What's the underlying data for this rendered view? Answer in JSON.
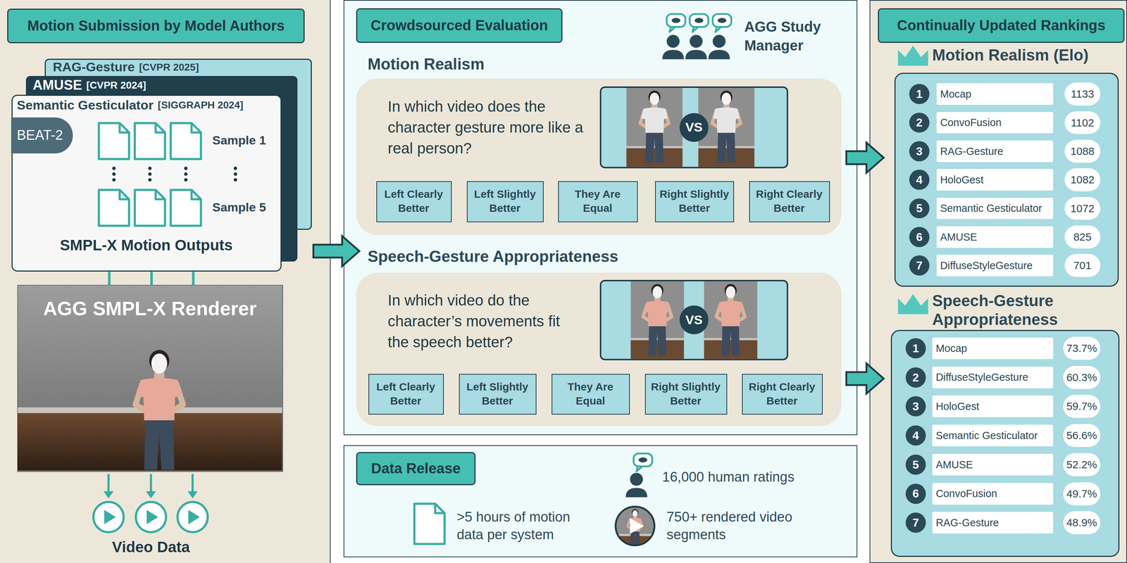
{
  "diagram": {
    "nodes": [
      {
        "text": [
          "Motion Submission by Model Authors"
        ]
      },
      {
        "text": [
          "RAG-Gesture",
          "[CVPR 2025]"
        ],
        "in": 0
      },
      {
        "text": [
          "AMUSE",
          "[CVPR 2024]"
        ],
        "in": 0
      },
      {
        "text": [
          "Semantic Gesticulator",
          "[SIGGRAPH 2024]",
          "Sample 1",
          "Sample 5",
          "SMPL-X Motion Outputs"
        ],
        "in": 0
      },
      {
        "text": [
          "BEAT-2"
        ],
        "in": 3
      },
      {
        "text": [
          "AGG SMPL-X Renderer"
        ],
        "in": 0
      },
      {
        "text": [
          "Crowdsourced Evaluation",
          "AGG Study Manager"
        ]
      },
      {
        "text": [
          "Motion Realism",
          "In which video does the character gesture more like a real person?"
        ],
        "in": 6
      },
      {
        "text": [
          "VS"
        ],
        "in": 7
      },
      {
        "text": [
          "Left Clearly Better"
        ],
        "in": 7
      },
      {
        "text": [
          "Left Slightly Better"
        ],
        "in": 7
      },
      {
        "text": [
          "They Are Equal"
        ],
        "in": 7
      },
      {
        "text": [
          "Right Slightly Better"
        ],
        "in": 7
      },
      {
        "text": [
          "Right Clearly Better"
        ],
        "in": 7
      },
      {
        "text": [
          "Speech-Gesture Appropriateness",
          "In which video do the character’s movements fit the speech better?"
        ],
        "in": 6
      },
      {
        "text": [
          "VS"
        ],
        "in": 14
      },
      {
        "text": [
          "Left Clearly Better"
        ],
        "in": 14
      },
      {
        "text": [
          "Left Slightly Better"
        ],
        "in": 14
      },
      {
        "text": [
          "They Are Equal"
        ],
        "in": 14
      },
      {
        "text": [
          "Right Slightly Better"
        ],
        "in": 14
      },
      {
        "text": [
          "Right Clearly Better"
        ],
        "in": 14
      },
      {
        "text": [
          "Data Release",
          "16,000 human ratings",
          ">5 hours of motion data per system",
          "750+ rendered video segments"
        ]
      },
      {
        "text": [
          "Continually Updated Rankings"
        ]
      },
      {
        "text": [
          "Motion Realism (Elo)"
        ],
        "in": 22
      },
      {
        "text": [
          "1"
        ],
        "in": 23
      },
      {
        "text": [
          "Mocap"
        ],
        "in": 23
      },
      {
        "text": [
          "1133"
        ],
        "in": 23
      },
      {
        "text": [
          "2"
        ],
        "in": 23
      },
      {
        "text": [
          "ConvoFusion"
        ],
        "in": 23
      },
      {
        "text": [
          "1102"
        ],
        "in": 23
      },
      {
        "text": [
          "3"
        ],
        "in": 23
      },
      {
        "text": [
          "RAG-Gesture"
        ],
        "in": 23
      },
      {
        "text": [
          "1088"
        ],
        "in": 23
      },
      {
        "text": [
          "4"
        ],
        "in": 23
      },
      {
        "text": [
          "HoloGest"
        ],
        "in": 23
      },
      {
        "text": [
          "1082"
        ],
        "in": 23
      },
      {
        "text": [
          "5"
        ],
        "in": 23
      },
      {
        "text": [
          "Semantic Gesticulator"
        ],
        "in": 23
      },
      {
        "text": [
          "1072"
        ],
        "in": 23
      },
      {
        "text": [
          "6"
        ],
        "in": 23
      },
      {
        "text": [
          "AMUSE"
        ],
        "in": 23
      },
      {
        "text": [
          "825"
        ],
        "in": 23
      },
      {
        "text": [
          "7"
        ],
        "in": 23
      },
      {
        "text": [
          "DiffuseStyleGesture"
        ],
        "in": 23
      },
      {
        "text": [
          "701"
        ],
        "in": 23
      },
      {
        "text": [
          "Speech-Gesture Appropriateness"
        ],
        "in": 22
      },
      {
        "text": [
          "1"
        ],
        "in": 45
      },
      {
        "text": [
          "Mocap"
        ],
        "in": 45
      },
      {
        "text": [
          "73.7%"
        ],
        "in": 45
      },
      {
        "text": [
          "2"
        ],
        "in": 45
      },
      {
        "text": [
          "DiffuseStyleGesture"
        ],
        "in": 45
      },
      {
        "text": [
          "60.3%"
        ],
        "in": 45
      },
      {
        "text": [
          "3"
        ],
        "in": 45
      },
      {
        "text": [
          "HoloGest"
        ],
        "in": 45
      },
      {
        "text": [
          "59.7%"
        ],
        "in": 45
      },
      {
        "text": [
          "4"
        ],
        "in": 45
      },
      {
        "text": [
          "Semantic Gesticulator"
        ],
        "in": 45
      },
      {
        "text": [
          "56.6%"
        ],
        "in": 45
      },
      {
        "text": [
          "5"
        ],
        "in": 45
      },
      {
        "text": [
          "AMUSE"
        ],
        "in": 45
      },
      {
        "text": [
          "52.2%"
        ],
        "in": 45
      },
      {
        "text": [
          "6"
        ],
        "in": 45
      },
      {
        "text": [
          "ConvoFusion"
        ],
        "in": 45
      },
      {
        "text": [
          "49.7%"
        ],
        "in": 45
      },
      {
        "text": [
          "7"
        ],
        "in": 45
      },
      {
        "text": [
          "RAG-Gesture"
        ],
        "in": 45
      },
      {
        "text": [
          "48.9%"
        ],
        "in": 45
      }
    ],
    "edges": [
      {
        "from": 0,
        "to": 6,
        "arrow": "to"
      },
      {
        "from": 3,
        "to": 5,
        "arrow": "none"
      },
      {
        "from": 3,
        "to": 5,
        "arrow": "none"
      },
      {
        "from": 3,
        "to": 5,
        "arrow": "none"
      },
      {
        "from": 7,
        "to": 23,
        "arrow": "to"
      },
      {
        "from": 14,
        "to": 45,
        "arrow": "to"
      }
    ],
    "labels": [
      "Video Data"
    ]
  }
}
